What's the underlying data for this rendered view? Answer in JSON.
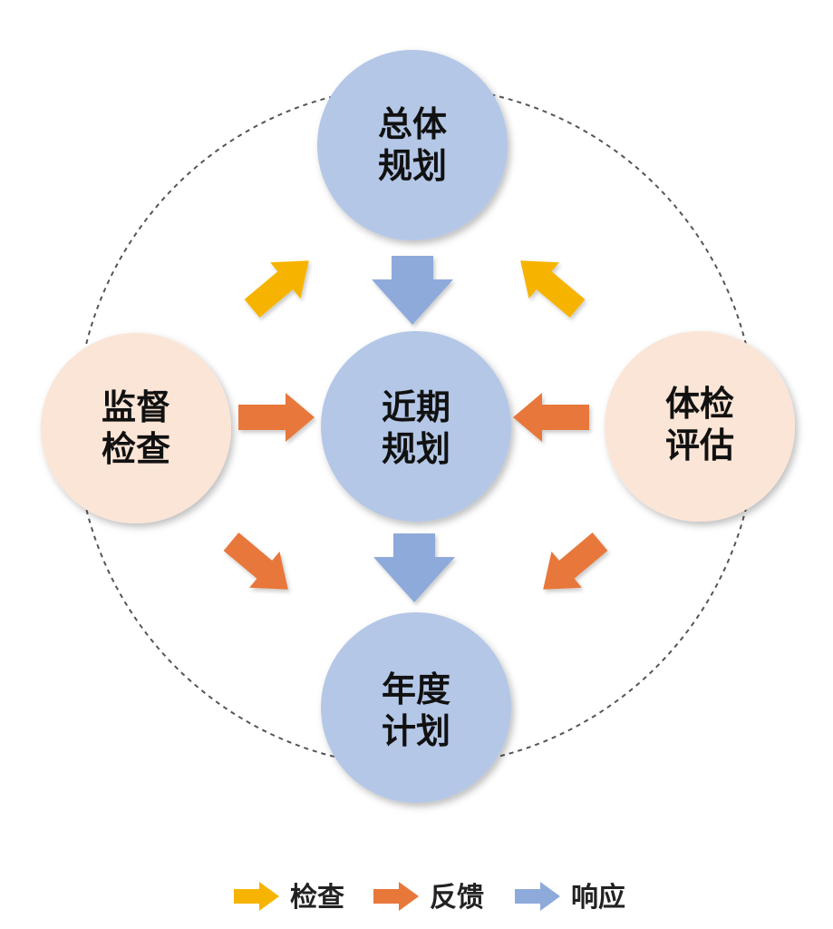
{
  "nodes": {
    "overall_plan": {
      "line1": "总体",
      "line2": "规划"
    },
    "near_term_plan": {
      "line1": "近期",
      "line2": "规划"
    },
    "annual_plan": {
      "line1": "年度",
      "line2": "计划"
    },
    "supervision_check": {
      "line1": "监督",
      "line2": "检查"
    },
    "health_check_eval": {
      "line1": "体检",
      "line2": "评估"
    }
  },
  "legend": {
    "items": [
      {
        "label": "检查",
        "color": "#f6b400"
      },
      {
        "label": "反馈",
        "color": "#e8773a"
      },
      {
        "label": "响应",
        "color": "#8eaadb"
      }
    ]
  },
  "colors": {
    "plan_circle": "#b4c7e7",
    "side_circle": "#fbe5d6",
    "check_arrow": "#f6b400",
    "feedback_arrow": "#e8773a",
    "response_arrow": "#8eaadb",
    "dashed_ring": "#555555"
  }
}
